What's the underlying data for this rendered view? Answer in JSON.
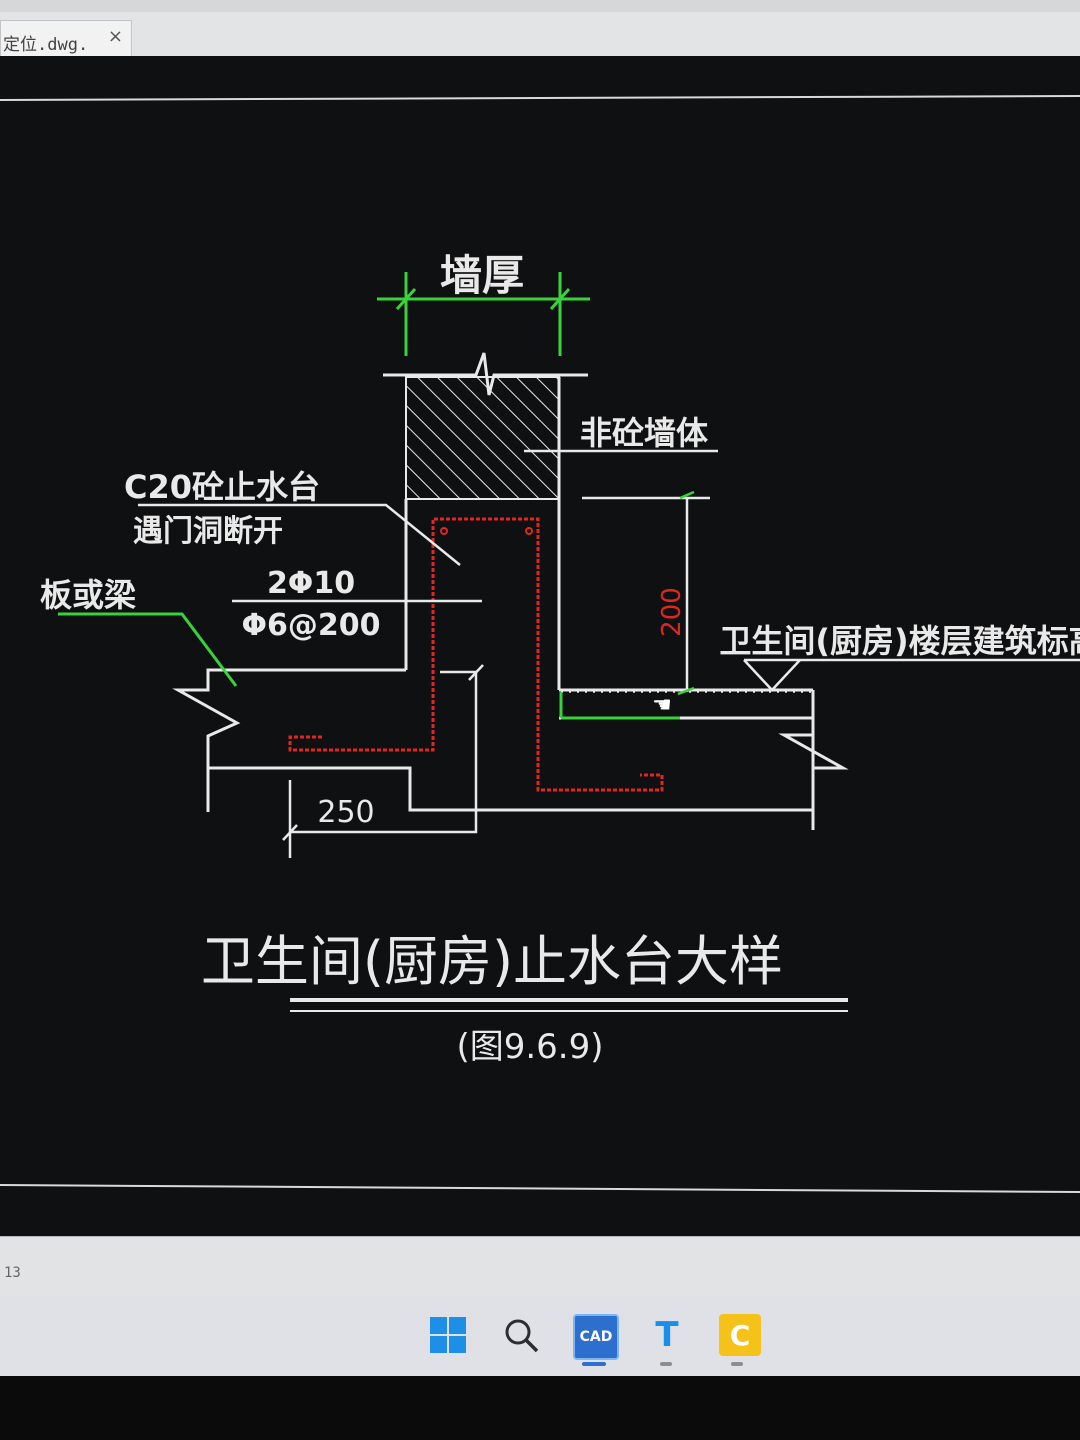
{
  "window": {
    "document_tab": "定位.dwg.",
    "tab_close": "×"
  },
  "drawing": {
    "wall_thickness_label": "墙厚",
    "non_concrete_wall_label": "非砼墙体",
    "curb_label_line1": "C20砼止水台",
    "curb_label_line2": "遇门洞断开",
    "slab_or_beam_label": "板或梁",
    "rebar_main": "2Φ10",
    "rebar_stirrup": "Φ6@200",
    "height_dim": "200",
    "width_dim": "250",
    "floor_level_label": "卫生间(厨房)楼层建筑标高",
    "title": "卫生间(厨房)止水台大样",
    "figure_number": "(图9.6.9)"
  },
  "status": {
    "coordinate": "13"
  },
  "taskbar": {
    "icons": [
      "windows-start-icon",
      "search-icon",
      "cad-app-icon",
      "text-app-icon",
      "cad-player-icon"
    ],
    "cad_app_text": "CAD",
    "text_app_text": "T",
    "player_text": "C"
  },
  "colors": {
    "drawing_background": "#0f1011",
    "line_white": "#e9e9e9",
    "dimension_green": "#39d23a",
    "rebar_red": "#e2261f"
  }
}
